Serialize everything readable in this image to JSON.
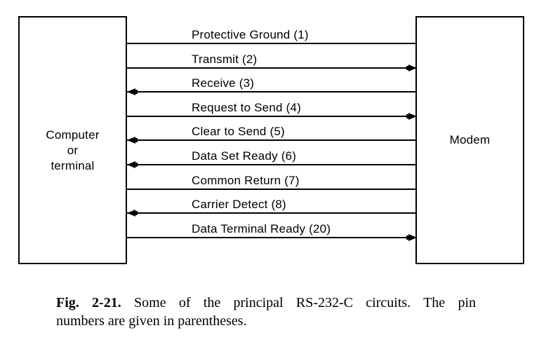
{
  "diagram": {
    "left_box": {
      "label": "Computer\nor\nterminal"
    },
    "right_box": {
      "label": "Modem"
    },
    "circuits": [
      {
        "label": "Protective Ground (1)",
        "pin": 1,
        "arrow": "none"
      },
      {
        "label": "Transmit (2)",
        "pin": 2,
        "arrow": "right"
      },
      {
        "label": "Receive (3)",
        "pin": 3,
        "arrow": "left"
      },
      {
        "label": "Request to Send (4)",
        "pin": 4,
        "arrow": "right"
      },
      {
        "label": "Clear to Send (5)",
        "pin": 5,
        "arrow": "left"
      },
      {
        "label": "Data Set Ready (6)",
        "pin": 6,
        "arrow": "left"
      },
      {
        "label": "Common Return (7)",
        "pin": 7,
        "arrow": "none"
      },
      {
        "label": "Carrier Detect (8)",
        "pin": 8,
        "arrow": "left"
      },
      {
        "label": "Data Terminal Ready (20)",
        "pin": 20,
        "arrow": "right"
      }
    ]
  },
  "caption": {
    "fig_label": "Fig. 2-21.",
    "line1": "Some of the principal RS-232-C circuits. The pin",
    "line2": "numbers are given in parentheses."
  },
  "colors": {
    "ink": "#000000",
    "background": "#ffffff"
  }
}
